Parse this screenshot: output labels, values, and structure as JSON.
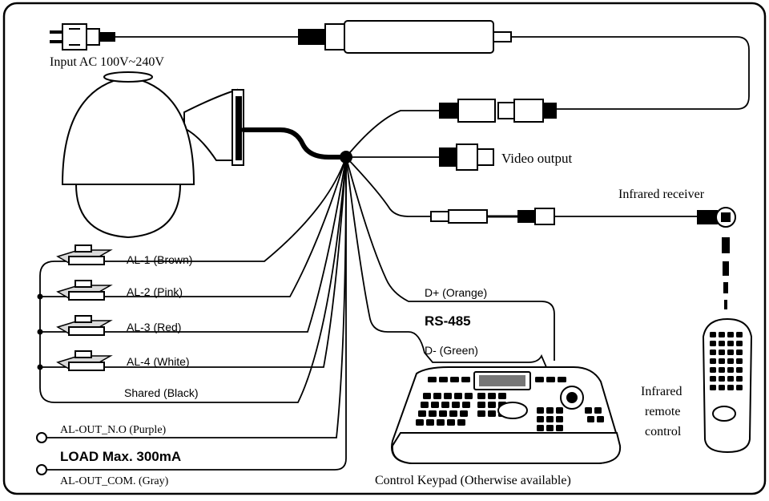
{
  "labels": {
    "power_input": "Input AC 100V~240V",
    "video_output": "Video output",
    "infrared_receiver": "Infrared receiver",
    "al1": "AL-1 (Brown)",
    "al2": "AL-2 (Pink)",
    "al3": "AL-3 (Red)",
    "al4": "AL-4 (White)",
    "shared": "Shared (Black)",
    "al_out_no": "AL-OUT_N.O (Purple)",
    "load": "LOAD Max. 300mA",
    "al_out_com": "AL-OUT_COM. (Gray)",
    "d_plus": "D+ (Orange)",
    "rs485": "RS-485",
    "d_minus": "D- (Green)",
    "keypad": "Control Keypad (Otherwise available)",
    "remote_line1": "Infrared",
    "remote_line2": "remote",
    "remote_line3": "control"
  },
  "icons": {
    "power_plug": "power-plug-icon",
    "power_adapter": "power-adapter-icon",
    "dome_camera": "dome-camera-icon",
    "dc_connector": "dc-connector-icon",
    "bnc_connector": "bnc-connector-icon",
    "ir_jack": "ir-jack-icon",
    "ir_receiver": "ir-receiver-icon",
    "alarm_sensor": "alarm-sensor-icon",
    "keypad": "keypad-icon",
    "remote": "remote-control-icon"
  }
}
